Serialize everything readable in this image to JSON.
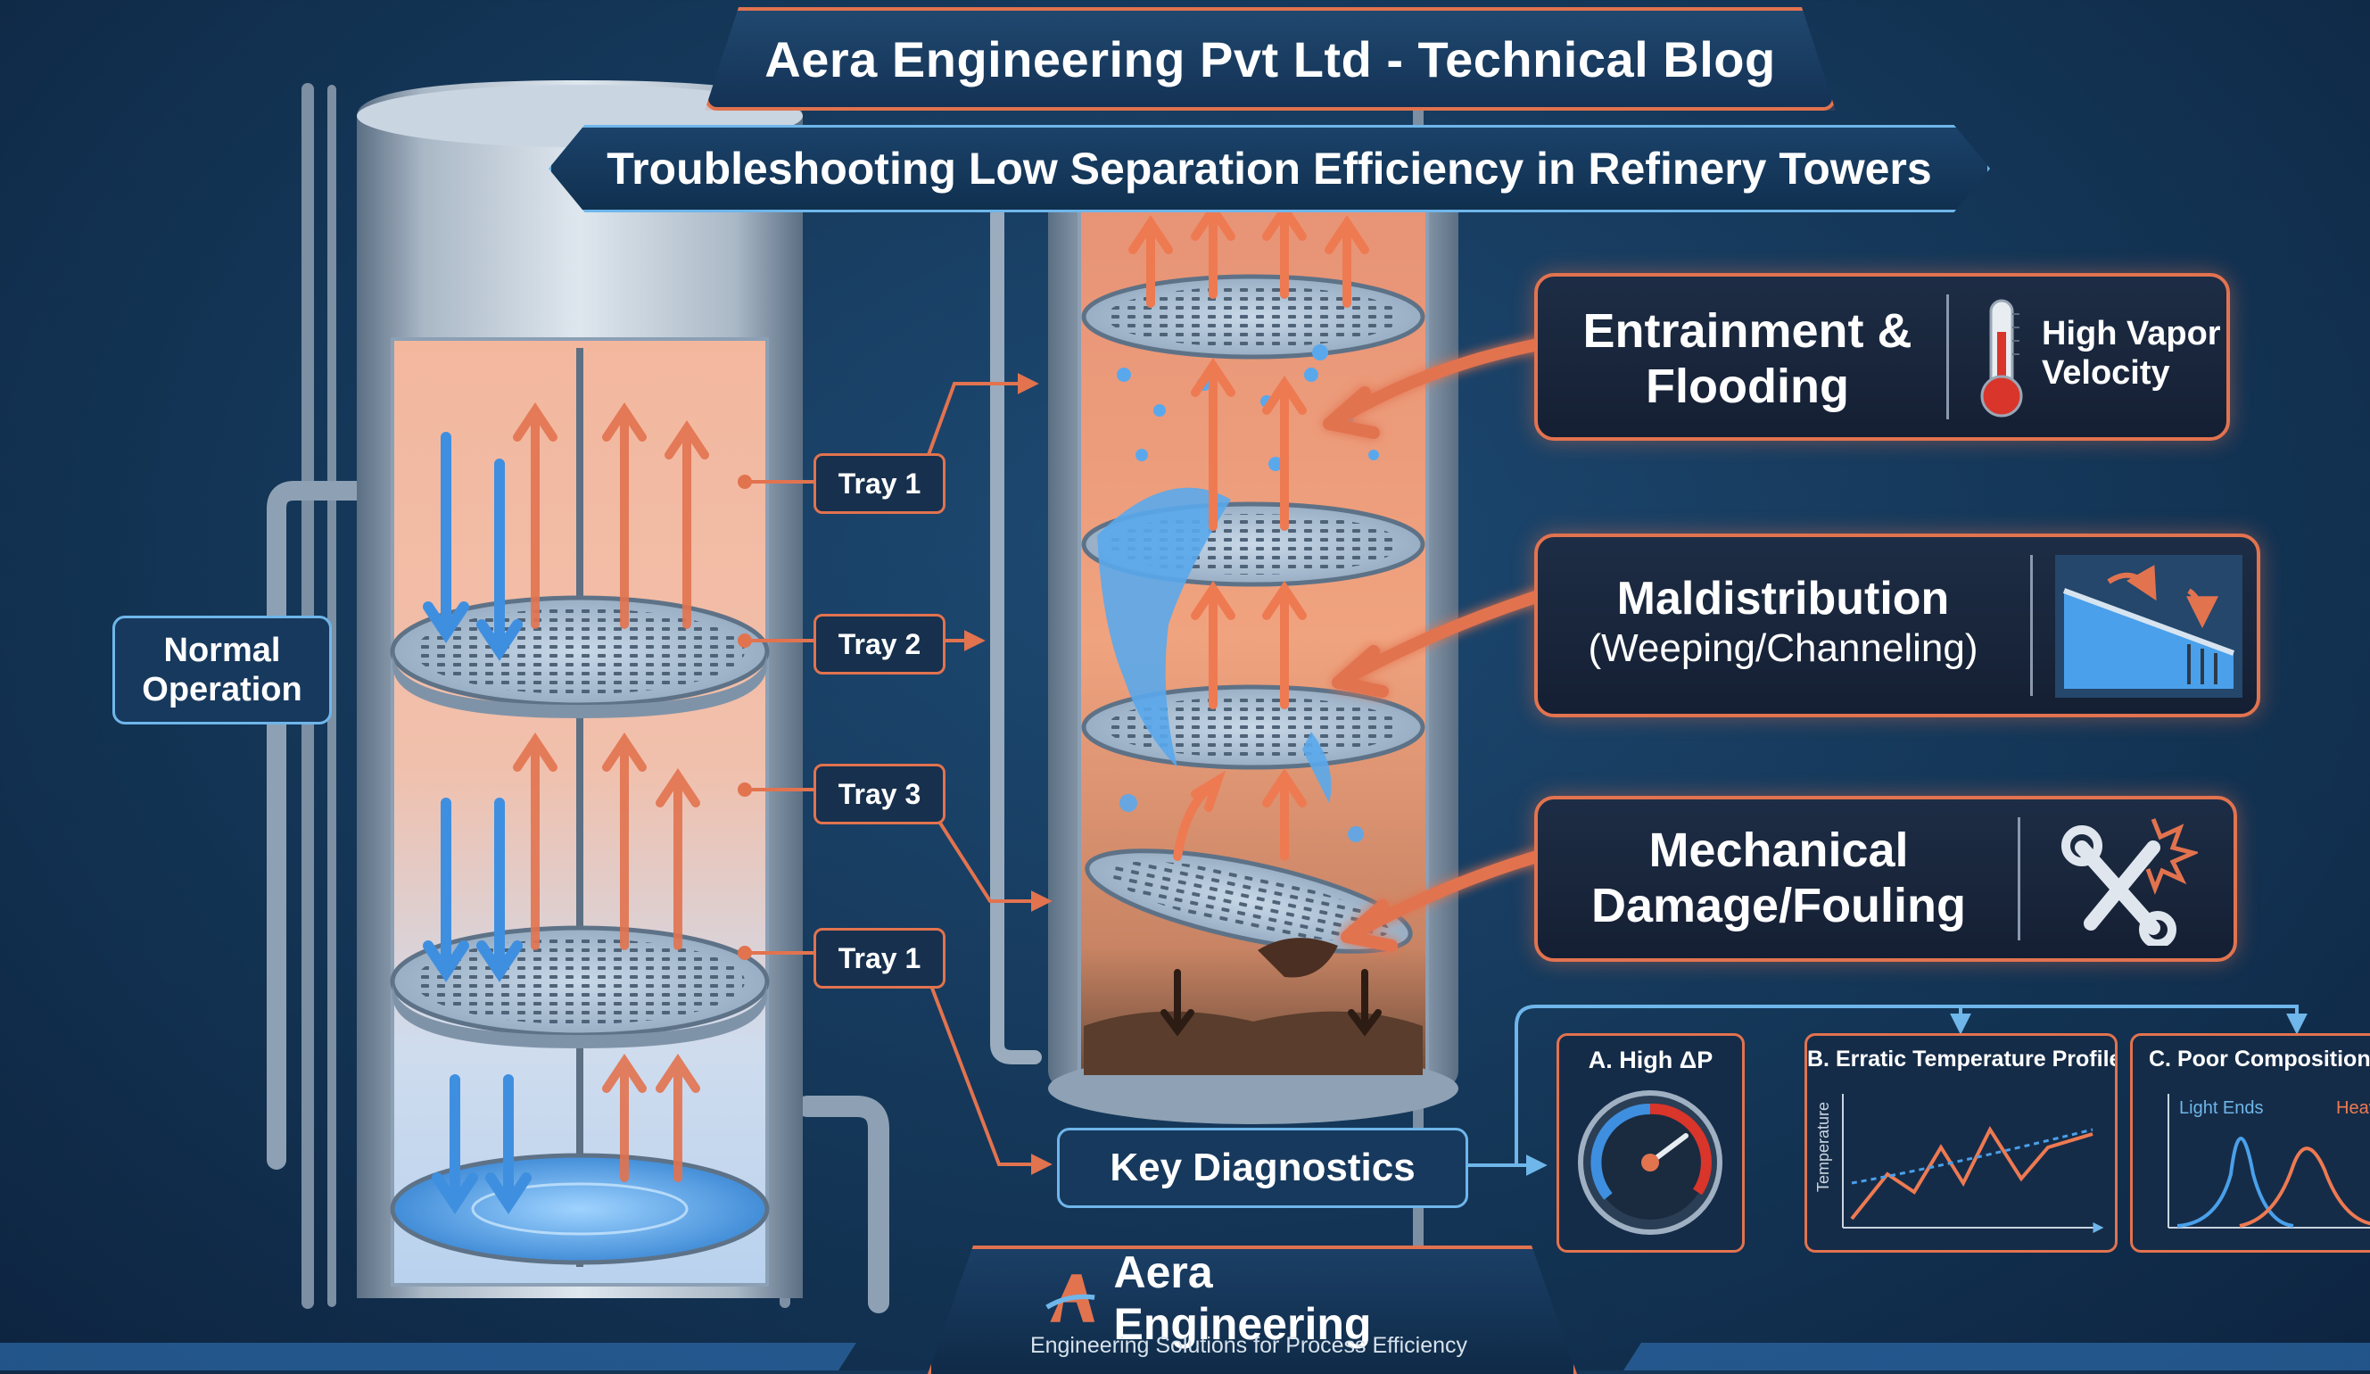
{
  "header": {
    "title": "Aera Engineering Pvt Ltd - Technical Blog",
    "subtitle": "Troubleshooting Low Separation Efficiency in Refinery Towers"
  },
  "left_column": {
    "label_line1": "Normal",
    "label_line2": "Operation"
  },
  "tray_labels": [
    "Tray 1",
    "Tray 2",
    "Tray 3",
    "Tray 1"
  ],
  "issues": [
    {
      "title_line1": "Entrainment &",
      "title_line2": "Flooding",
      "aside_line1": "High Vapor",
      "aside_line2": "Velocity",
      "icon": "thermometer-icon"
    },
    {
      "title_line1": "Maldistribution",
      "title_line2": "(Weeping/Channeling)",
      "icon": "weeping-tray-icon"
    },
    {
      "title_line1": "Mechanical",
      "title_line2": "Damage/Fouling",
      "icon": "wrench-icon"
    }
  ],
  "diagnostics": {
    "button_label": "Key Diagnostics",
    "panels": [
      {
        "title": "A. High ΔP",
        "icon": "pressure-gauge-icon"
      },
      {
        "title": "B. Erratic Temperature Profile",
        "ylabel": "Temperature"
      },
      {
        "title": "C. Poor Composition A",
        "series": [
          "Light Ends",
          "Heav"
        ]
      }
    ]
  },
  "footer": {
    "brand": "Aera Engineering",
    "tagline": "Engineering Solutions for Process Efficiency",
    "logo_letter": "A"
  },
  "colors": {
    "accent_orange": "#e2734f",
    "accent_blue": "#6fb6ea",
    "background": "#143657"
  }
}
